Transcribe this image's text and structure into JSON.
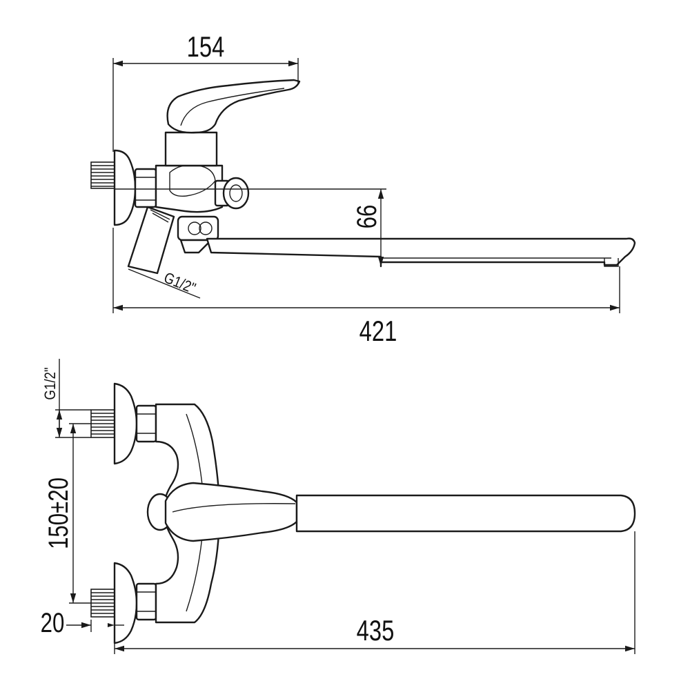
{
  "side_view": {
    "dim_width_top": "154",
    "dim_height_spout": "66",
    "dim_total_length": "421",
    "thread_label": "G1/2\""
  },
  "top_view": {
    "thread_label": "G1/2\"",
    "dim_center_distance": "150±20",
    "dim_thread_length": "20",
    "dim_total_length": "435"
  }
}
